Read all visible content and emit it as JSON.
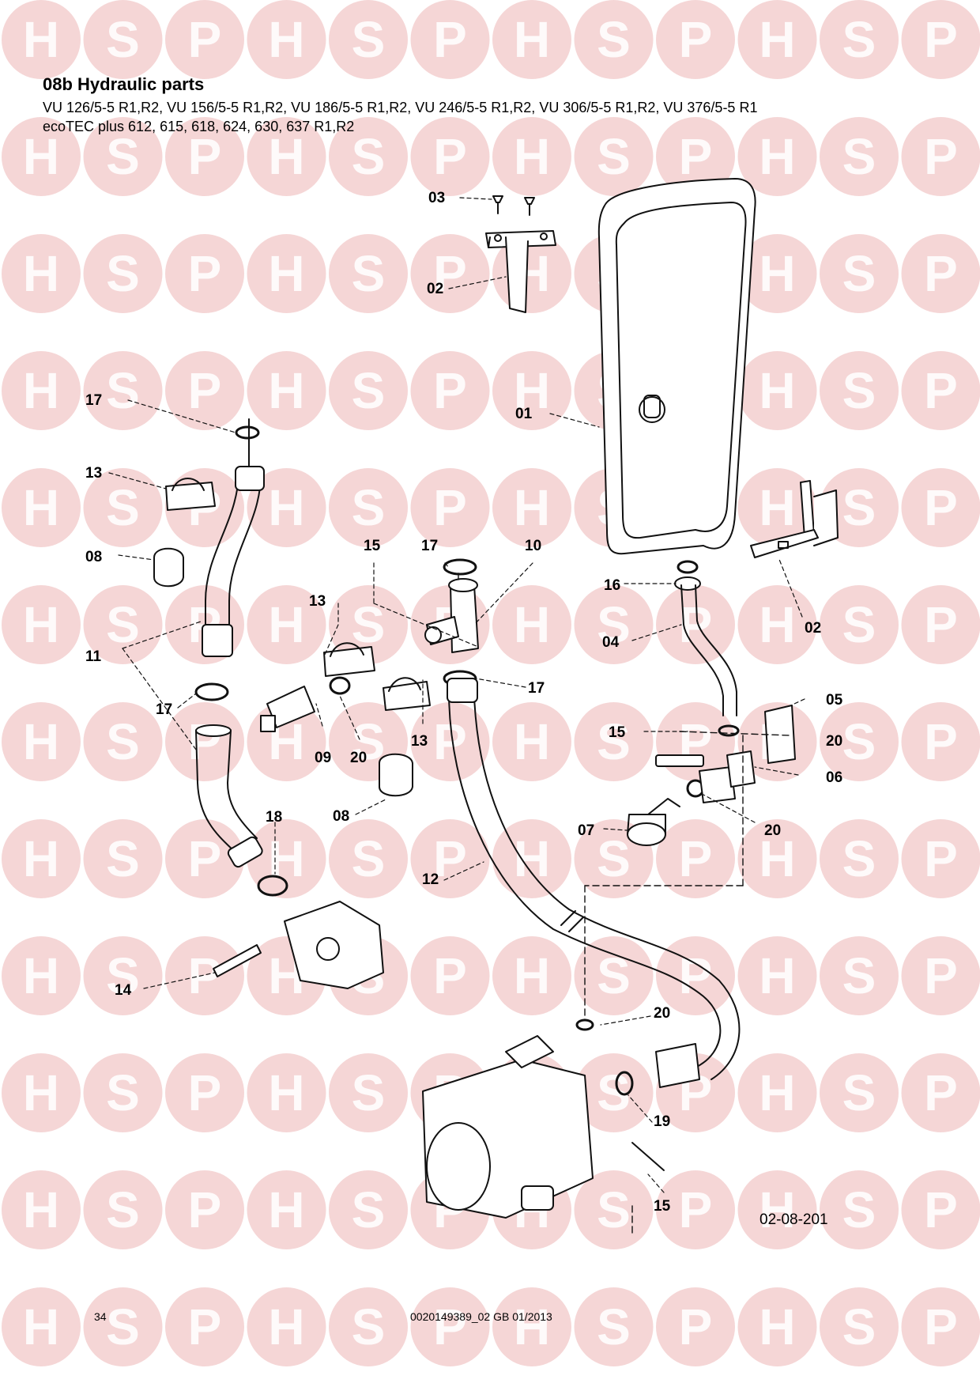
{
  "watermark": {
    "letters": [
      "H",
      "S",
      "P"
    ],
    "color": "#e8a3a3",
    "rows": 12,
    "cols": 12
  },
  "header": {
    "title": "08b Hydraulic parts",
    "models_line1": "VU 126/5-5 R1,R2, VU 156/5-5 R1,R2, VU 186/5-5 R1,R2, VU 246/5-5 R1,R2, VU 306/5-5 R1,R2, VU 376/5-5 R1",
    "models_line2": "ecoTEC plus 612, 615, 618, 624, 630, 637 R1,R2"
  },
  "callouts": {
    "c03": "03",
    "c02a": "02",
    "c17a": "17",
    "c01": "01",
    "c13a": "13",
    "c08a": "08",
    "c15a": "15",
    "c17b": "17",
    "c10": "10",
    "c16": "16",
    "c02b": "02",
    "c13b": "13",
    "c04": "04",
    "c11": "11",
    "c17c": "17",
    "c17d": "17",
    "c05": "05",
    "c09": "09",
    "c20a": "20",
    "c13c": "13",
    "c15b": "15",
    "c20b": "20",
    "c06": "06",
    "c08b": "08",
    "c18": "18",
    "c07": "07",
    "c20c": "20",
    "c12": "12",
    "c14": "14",
    "c20d": "20",
    "c19": "19",
    "c15c": "15"
  },
  "diagram_ref": "02-08-201",
  "footer": {
    "page_number": "34",
    "document_code": "0020149389_02 GB 01/2013"
  }
}
